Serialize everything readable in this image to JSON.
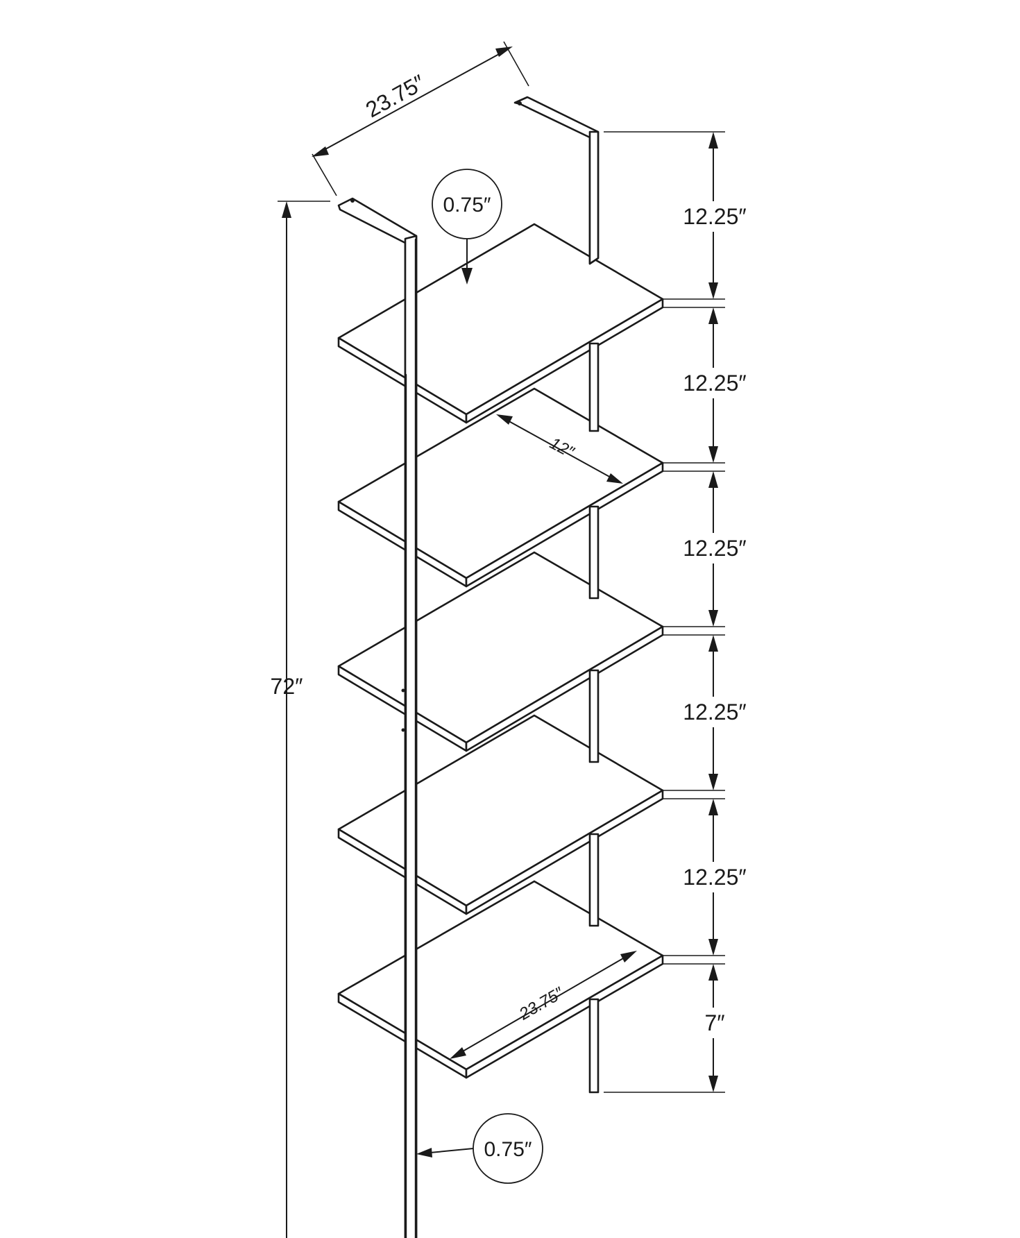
{
  "diagram": {
    "overall_height": "72″",
    "overall_width": "23.75″",
    "shelf_depth": "12″",
    "shelf_width_label": "23.75″",
    "shelf_thickness_top": "0.75″",
    "post_thickness_bottom": "0.75″",
    "shelf_spacings": [
      "12.25″",
      "12.25″",
      "12.25″",
      "12.25″",
      "12.25″"
    ],
    "bottom_clearance": "7″"
  }
}
